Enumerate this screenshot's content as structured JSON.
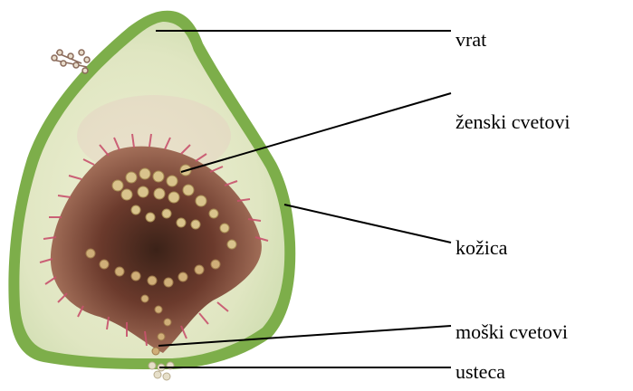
{
  "labels": {
    "vrat": "vrat",
    "zenski_cvetovi": "ženski cvetovi",
    "kozica": "kožica",
    "moski_cvetovi": "moški cvetovi",
    "usteca": "usteca"
  },
  "colors": {
    "skin": "#7dae4a",
    "flesh": "#e2e7c3",
    "cavity_dark": "#4a2a22",
    "florets_pink": "#c8526d",
    "florets_tan": "#c9b179",
    "leader_line": "#000000"
  }
}
